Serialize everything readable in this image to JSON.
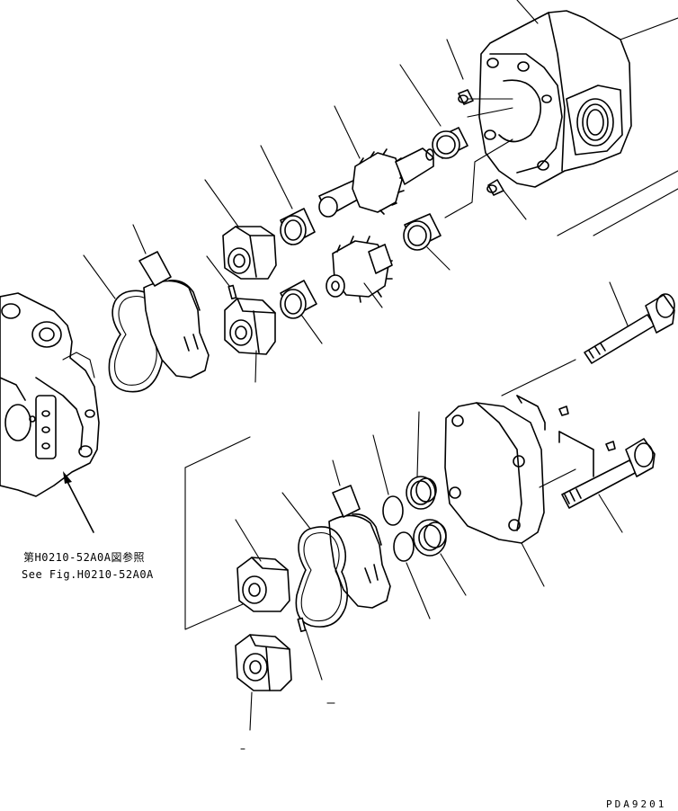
{
  "reference": {
    "line_ja": "第H0210-52A0A図参照",
    "line_en": "See Fig.H0210-52A0A"
  },
  "drawing_code": "PDA9201"
}
